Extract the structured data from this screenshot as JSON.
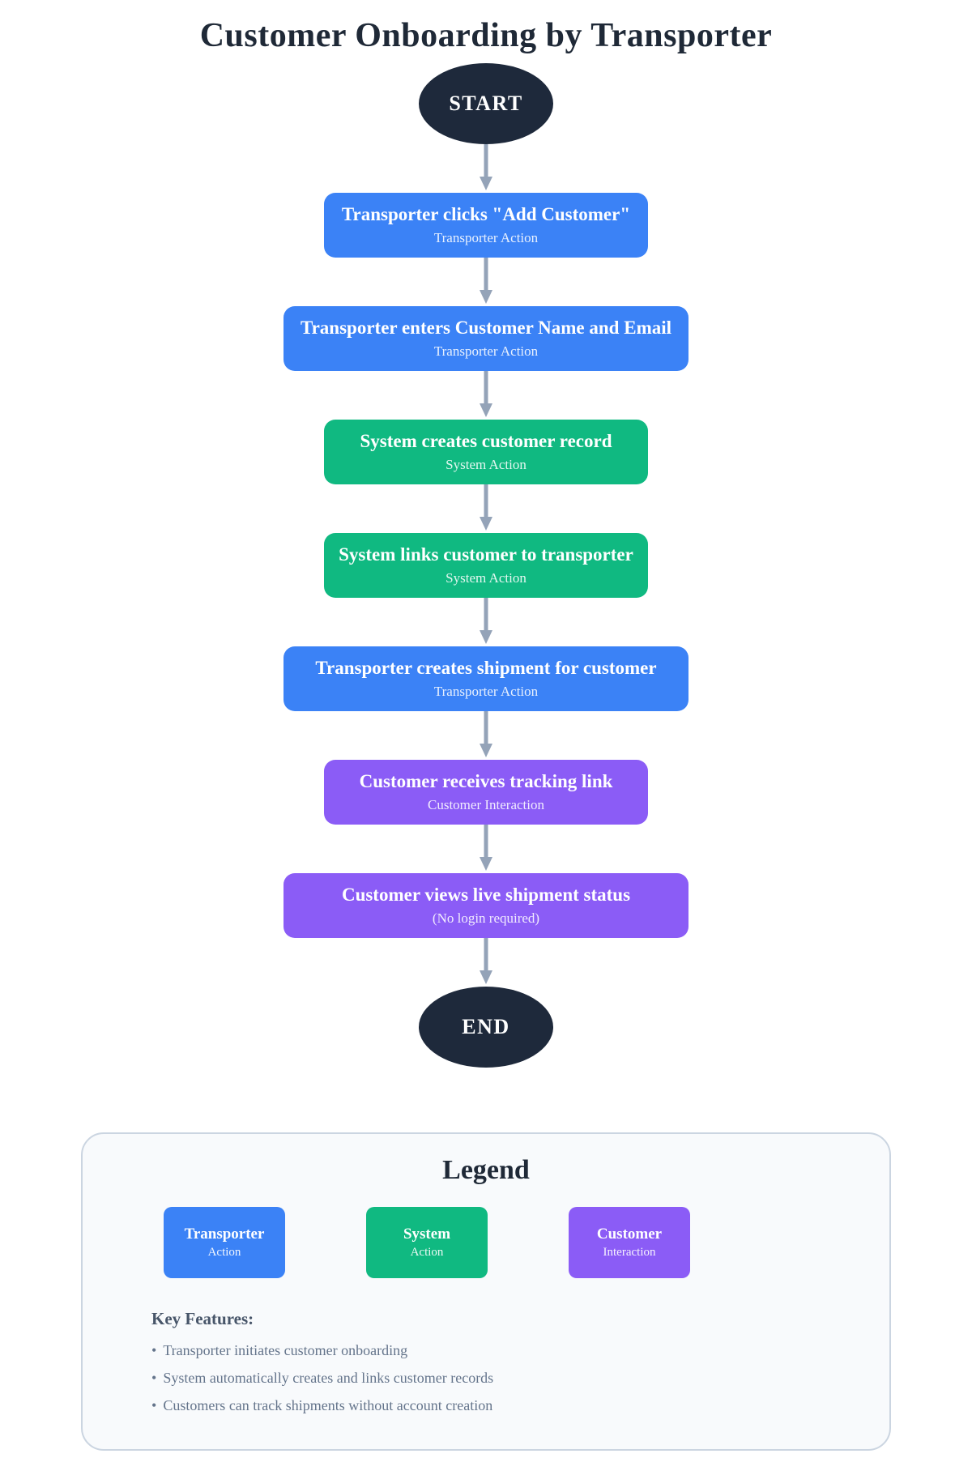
{
  "page": {
    "title": "Customer Onboarding by Transporter"
  },
  "colors": {
    "transporter": "#3b82f6",
    "system": "#10b981",
    "customer": "#8b5cf6",
    "terminal": "#1e293b",
    "arrow": "#94a3b8",
    "title": "#1f2937"
  },
  "flow": {
    "start_label": "START",
    "end_label": "END",
    "steps": [
      {
        "title": "Transporter clicks \"Add Customer\"",
        "subtitle": "Transporter Action",
        "type": "transporter",
        "size": "narrow"
      },
      {
        "title": "Transporter enters Customer Name and Email",
        "subtitle": "Transporter Action",
        "type": "transporter",
        "size": "wide"
      },
      {
        "title": "System creates customer record",
        "subtitle": "System Action",
        "type": "system",
        "size": "narrow"
      },
      {
        "title": "System links customer to transporter",
        "subtitle": "System Action",
        "type": "system",
        "size": "narrow"
      },
      {
        "title": "Transporter creates shipment for customer",
        "subtitle": "Transporter Action",
        "type": "transporter",
        "size": "wide"
      },
      {
        "title": "Customer receives tracking link",
        "subtitle": "Customer Interaction",
        "type": "customer",
        "size": "narrow"
      },
      {
        "title": "Customer views live shipment status",
        "subtitle": "(No login required)",
        "type": "customer",
        "size": "wide"
      }
    ]
  },
  "legend": {
    "title": "Legend",
    "items": [
      {
        "title": "Transporter",
        "subtitle": "Action",
        "type": "transporter"
      },
      {
        "title": "System",
        "subtitle": "Action",
        "type": "system"
      },
      {
        "title": "Customer",
        "subtitle": "Interaction",
        "type": "customer"
      }
    ],
    "features_heading": "Key Features:",
    "bullet": "•",
    "features": [
      "Transporter initiates customer onboarding",
      "System automatically creates and links customer records",
      "Customers can track shipments without account creation"
    ]
  }
}
